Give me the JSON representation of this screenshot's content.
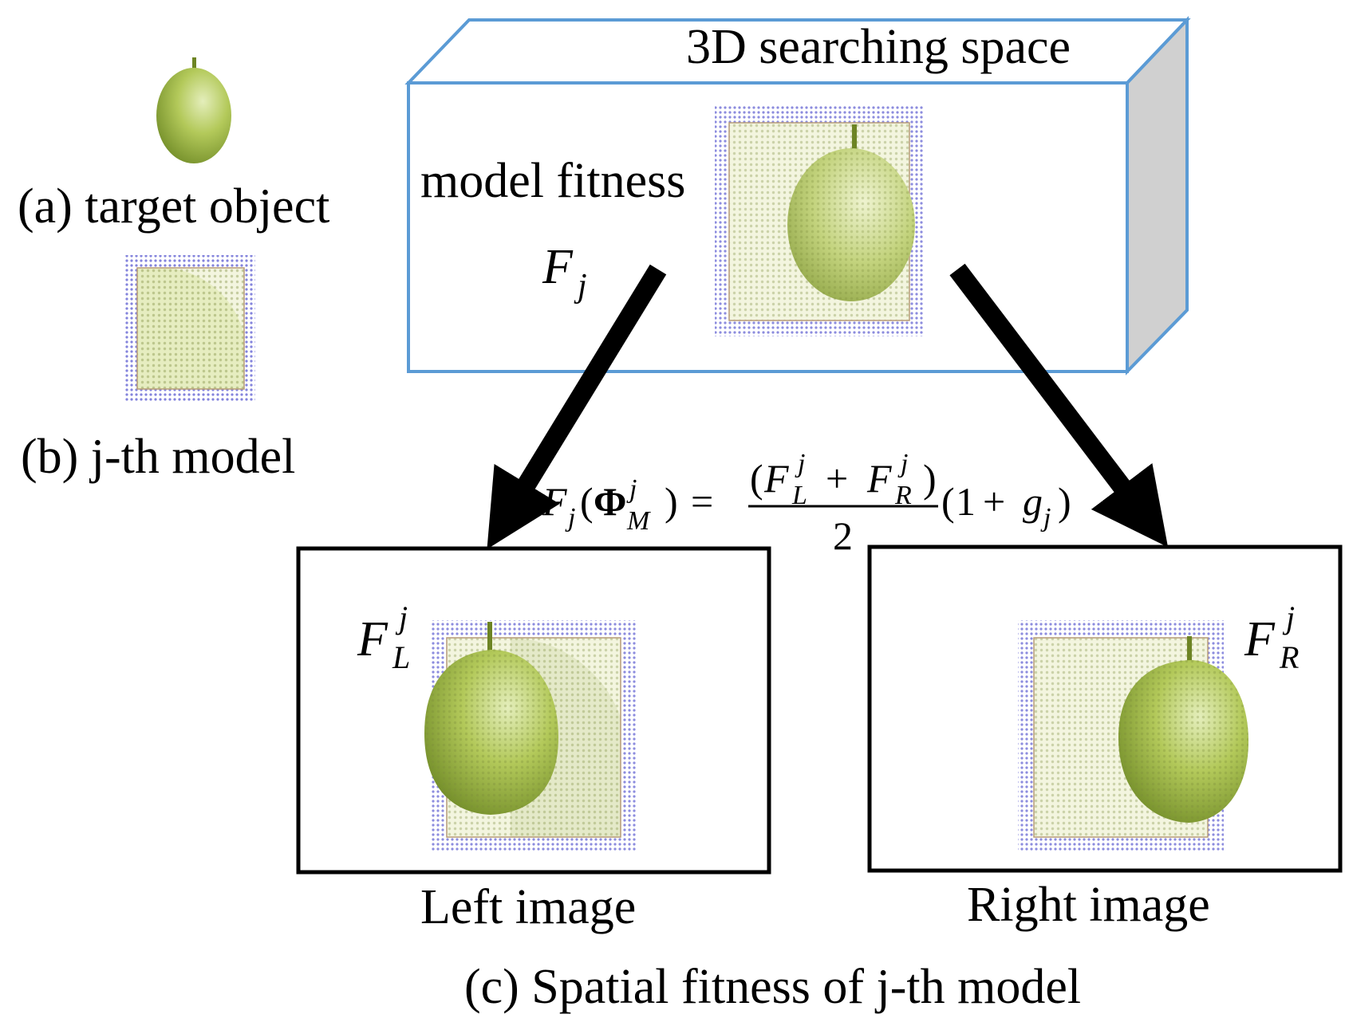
{
  "labels": {
    "target_object": "(a) target object",
    "jth_model": "(b) j-th model",
    "search_space": "3D searching space",
    "model_fitness": "model fitness",
    "left_image": "Left image",
    "right_image": "Right image",
    "spatial_caption": "(c) Spatial fitness of j-th model"
  },
  "math": {
    "F": "F",
    "j": "j",
    "L": "L",
    "R": "R",
    "M": "M",
    "Phi": "Φ",
    "g": "g",
    "equals": "=",
    "plus": "+",
    "one": "1",
    "two": "2",
    "lparen": "(",
    "rparen": ")"
  },
  "colors": {
    "box_edge": "#5b9bd5",
    "box_side": "#d0d0d0",
    "fruit": "#a8c24a",
    "fruit_dark": "#7e9a2a",
    "model_dots": "#5555cc"
  }
}
